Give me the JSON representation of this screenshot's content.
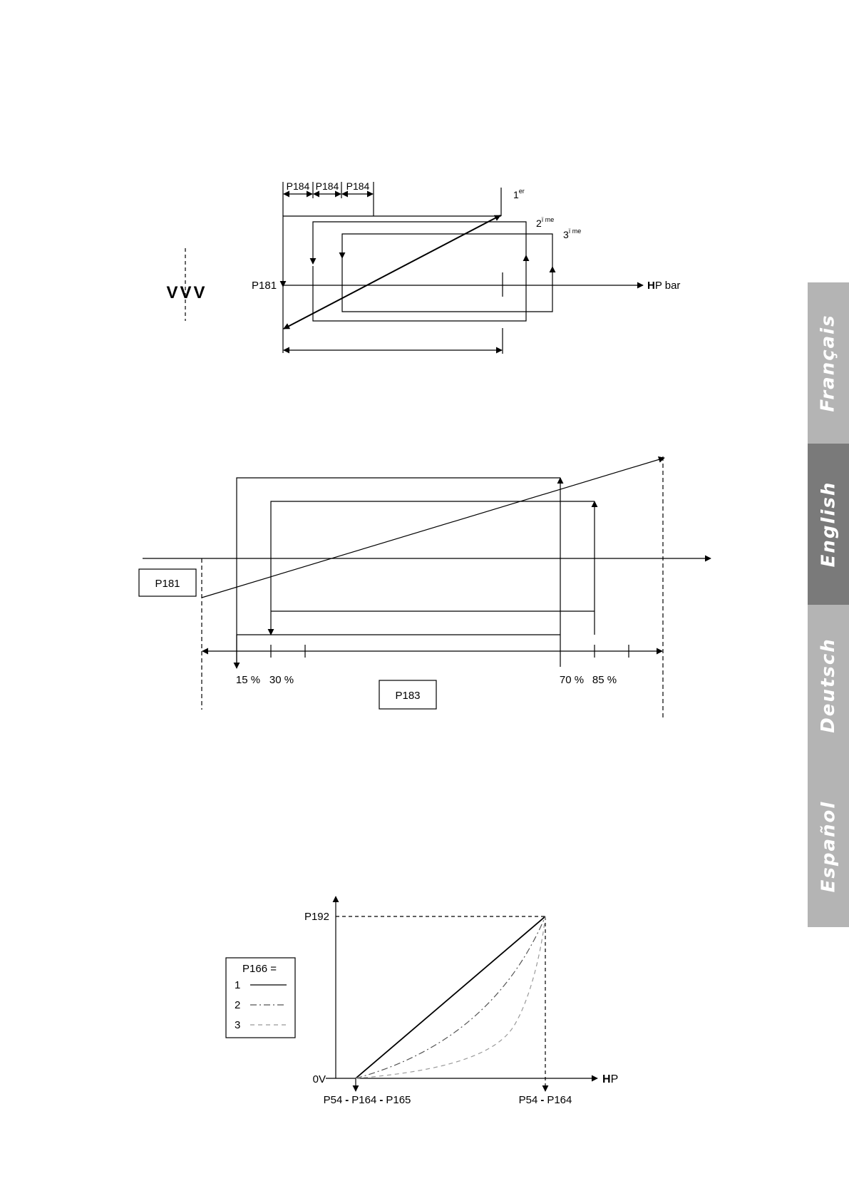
{
  "diagram1": {
    "p184": [
      "P184",
      "P184",
      "P184"
    ],
    "first": {
      "num": "1",
      "sup": "er"
    },
    "second": {
      "num": "2",
      "sup": "ï me"
    },
    "third": {
      "num": "3",
      "sup": "ï me"
    },
    "p181": "P181",
    "hp_bar": {
      "bold": "H",
      "rest": "P bar"
    },
    "symbol": "VVV"
  },
  "diagram2": {
    "p181": "P181",
    "p183": "P183",
    "pct": [
      "15 %",
      "30 %",
      "70 %",
      "85 %"
    ]
  },
  "diagram3": {
    "p192": "P192",
    "zero": "0V",
    "hp": {
      "bold": "H",
      "rest": "P"
    },
    "left_label": [
      "P54",
      "-",
      "P164",
      "-",
      "P165"
    ],
    "right_label": [
      "P54",
      "-",
      "P164"
    ],
    "legend_title": "P166 =",
    "legend_items": [
      "1",
      "2",
      "3"
    ],
    "curve_colors": [
      "#000000",
      "#555555",
      "#999999"
    ]
  },
  "tabs": [
    {
      "label": "Français",
      "color": "#b4b4b4"
    },
    {
      "label": "English",
      "color": "#7a7a7a"
    },
    {
      "label": "Deutsch",
      "color": "#b4b4b4"
    },
    {
      "label": "Español",
      "color": "#b4b4b4"
    }
  ]
}
